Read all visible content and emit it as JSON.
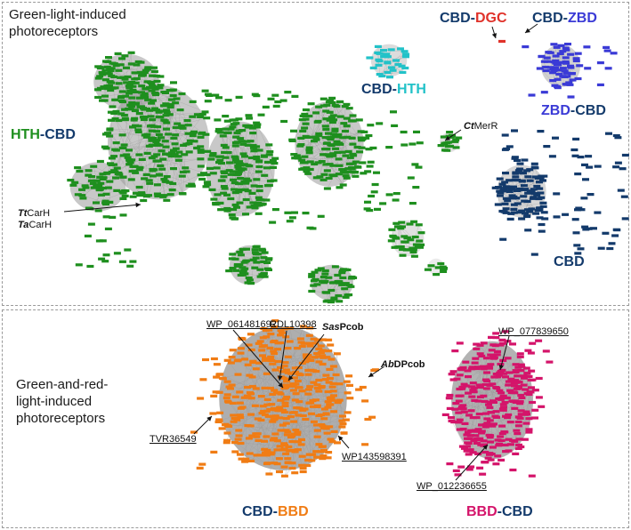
{
  "panels": {
    "top_title_line1": "Green-light-induced",
    "top_title_line2": "photoreceptors",
    "bottom_title_line1": "Green-and-red-",
    "bottom_title_line2": "light-induced",
    "bottom_title_line3": "photoreceptors"
  },
  "colors": {
    "green": "#1e8f1e",
    "cyan": "#22c2c8",
    "blue": "#3a3ad6",
    "navy": "#133a6b",
    "red": "#e0322a",
    "orange": "#f07c14",
    "magenta": "#d4146a",
    "edge": "#9a9a9a"
  },
  "clusters": {
    "hth_cbd": {
      "part1": "HTH",
      "sep": "-",
      "part2": "CBD"
    },
    "cbd_hth": {
      "part1": "CBD",
      "sep": "-",
      "part2": "HTH"
    },
    "cbd_dgc": {
      "part1": "CBD",
      "sep": "-",
      "part2": "DGC"
    },
    "cbd_zbd": {
      "part1": "CBD",
      "sep": "-",
      "part2": "ZBD"
    },
    "zbd_cbd": {
      "part1": "ZBD",
      "sep": "-",
      "part2": "CBD"
    },
    "cbd": {
      "part1": "CBD"
    },
    "cbd_bbd": {
      "part1": "CBD",
      "sep": "-",
      "part2": "BBD"
    },
    "bbd_cbd": {
      "part1": "BBD",
      "sep": "-",
      "part2": "CBD"
    }
  },
  "annotations": {
    "ctmerr_italic": "Ct",
    "ctmerr_rest": "MerR",
    "ttcarh_italic": "Tt",
    "ttcarh_rest": "CarH",
    "tacarh_italic": "Ta",
    "tacarh_rest": "CarH",
    "wp061481692": "WP_061481692",
    "rdl10398": "RDL10398",
    "saspcob_italic": "Sas",
    "saspcob_rest": "Pcob",
    "abdpcob_italic": "Ab",
    "abdpcob_rest": "DPcob",
    "tvr36549": "TVR36549",
    "wp143598391": "WP143598391",
    "wp077839650": "WP_077839650",
    "wp012236655": "WP_012236655"
  }
}
